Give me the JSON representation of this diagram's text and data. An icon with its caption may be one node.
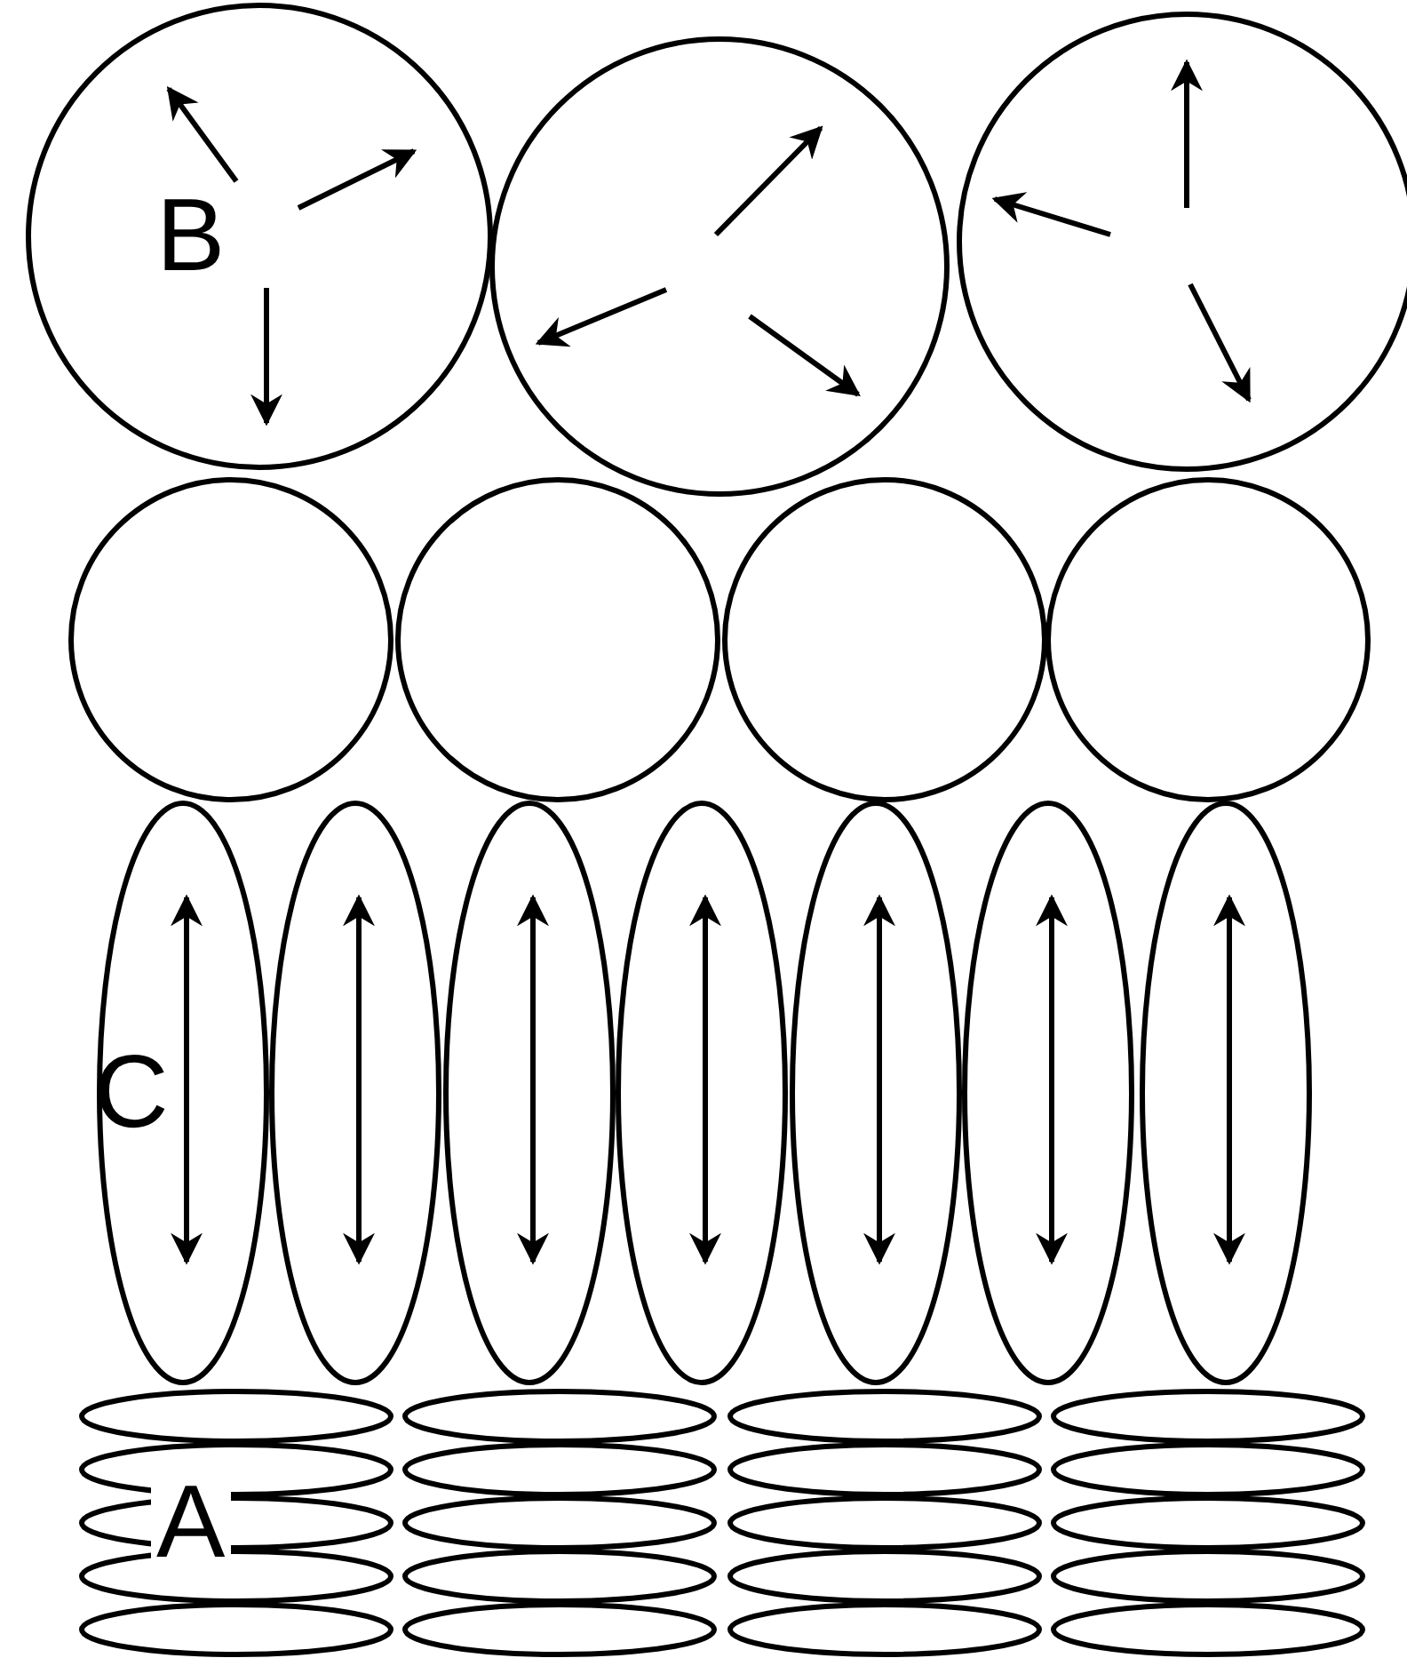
{
  "diagram": {
    "nodes": [
      {
        "text": [
          "B"
        ]
      },
      {
        "text": [],
        "shape": "circle"
      },
      {
        "text": [],
        "shape": "circle"
      },
      {
        "text": [],
        "shape": "circle"
      },
      {
        "text": [],
        "shape": "circle"
      },
      {
        "text": [],
        "shape": "circle"
      },
      {
        "text": [],
        "shape": "circle"
      },
      {
        "text": [
          "C"
        ]
      },
      {
        "text": [],
        "shape": "ellipse"
      },
      {
        "text": [],
        "shape": "ellipse"
      },
      {
        "text": [],
        "shape": "ellipse"
      },
      {
        "text": [],
        "shape": "ellipse"
      },
      {
        "text": [],
        "shape": "ellipse"
      },
      {
        "text": [],
        "shape": "ellipse"
      },
      {
        "text": [],
        "shape": "ellipse"
      },
      {
        "text": [],
        "shape": "ellipse"
      },
      {
        "text": [],
        "shape": "ellipse"
      },
      {
        "text": [],
        "shape": "ellipse"
      },
      {
        "text": [],
        "shape": "ellipse"
      },
      {
        "text": [],
        "shape": "ellipse"
      },
      {
        "text": [],
        "shape": "ellipse"
      },
      {
        "text": [],
        "shape": "ellipse"
      },
      {
        "text": [
          "A"
        ]
      },
      {
        "text": [],
        "shape": "ellipse"
      },
      {
        "text": [],
        "shape": "ellipse"
      },
      {
        "text": [],
        "shape": "ellipse"
      },
      {
        "text": [],
        "shape": "ellipse"
      },
      {
        "text": [],
        "shape": "ellipse"
      },
      {
        "text": [],
        "shape": "ellipse"
      },
      {
        "text": [],
        "shape": "ellipse"
      },
      {
        "text": [],
        "shape": "ellipse"
      },
      {
        "text": [],
        "shape": "ellipse"
      },
      {
        "text": [],
        "shape": "ellipse"
      },
      {
        "text": [],
        "shape": "ellipse"
      }
    ]
  }
}
